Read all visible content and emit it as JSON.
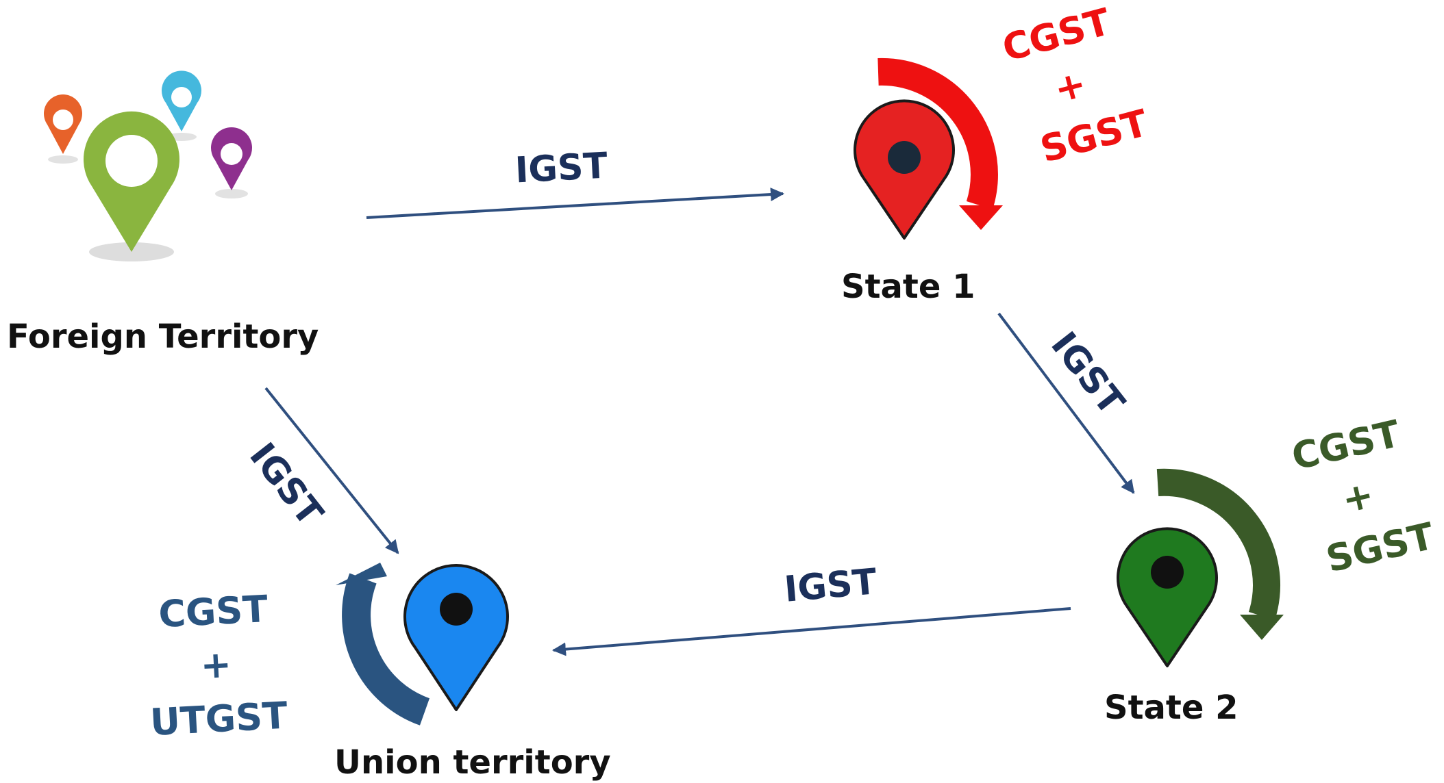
{
  "nodes": {
    "foreign": {
      "label": "Foreign Territory"
    },
    "state1": {
      "label": "State 1"
    },
    "state2": {
      "label": "State 2"
    },
    "union": {
      "label": "Union territory"
    }
  },
  "flows": {
    "foreign_to_state1": "IGST",
    "state1_to_state2": "IGST",
    "state2_to_union": "IGST",
    "foreign_to_union": "IGST"
  },
  "local_taxes": {
    "state1": {
      "line1": "CGST",
      "plus": "+",
      "line2": "SGST",
      "color": "#ee1111"
    },
    "state2": {
      "line1": "CGST",
      "plus": "+",
      "line2": "SGST",
      "color": "#3a5a28"
    },
    "union": {
      "line1": "CGST",
      "plus": "+",
      "line2": "UTGST",
      "color": "#2a5480"
    }
  },
  "colors": {
    "igst_text": "#1b2f5a",
    "arrow": "#2f4f7f",
    "pin_state1": "#e52222",
    "pin_state2": "#1f7a1f",
    "pin_union": "#1a87f0",
    "pin_foreign_main": "#8ab53f",
    "pin_foreign_orange": "#e7622a",
    "pin_foreign_cyan": "#45b8dd",
    "pin_foreign_purple": "#8e2f8e"
  }
}
